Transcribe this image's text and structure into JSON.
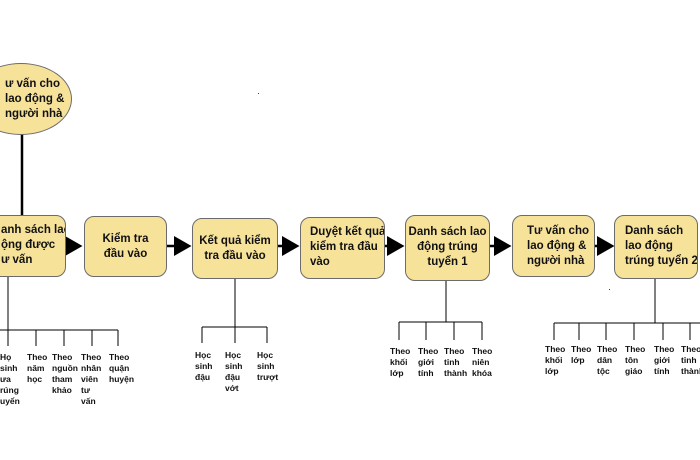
{
  "nodes": {
    "consult_top": "ư vấn cho\nlao động &\nngười nhà",
    "list_consulted": "anh sách lao\nộng được\nư vấn",
    "entrance_test": "Kiểm tra\nđầu vào",
    "test_results": "Kết quả kiểm\ntra đầu vào",
    "approve_results": "Duyệt kết quả\nkiểm tra đầu\nvào",
    "selected_list_1": "Danh sách lao\nđộng trúng\ntuyển 1",
    "consult_mid": "Tư vấn cho\nlao động &\nngười nhà",
    "selected_list_2": "Danh sách\nlao động\ntrúng tuyển 2"
  },
  "leaves": {
    "group1": [
      "Họ\nsinh\nưa\nrúng\nuyển",
      "Theo\nnăm\nhọc",
      "Theo\nnguồn\ntham\nkhảo",
      "Theo\nnhân\nviên\ntư\nvấn",
      "Theo\nquận\nhuyện"
    ],
    "group2": [
      "Học\nsinh\nđậu",
      "Học\nsinh\nđậu\nvớt",
      "Học\nsinh\ntrượt"
    ],
    "group3": [
      "Theo\nkhối\nlớp",
      "Theo\ngiới\ntính",
      "Theo\ntỉnh\nthành",
      "Theo\nniên\nkhóa"
    ],
    "group4": [
      "Theo\nkhối\nlớp",
      "Theo\nlớp",
      "Theo\ndân\ntộc",
      "Theo\ntôn\ngiáo",
      "Theo\ngiới\ntính",
      "Theo\ntỉnh\nthành"
    ]
  },
  "colors": {
    "node_fill": "#f7e29a",
    "node_border": "#6b6b6b",
    "line": "#000000"
  }
}
